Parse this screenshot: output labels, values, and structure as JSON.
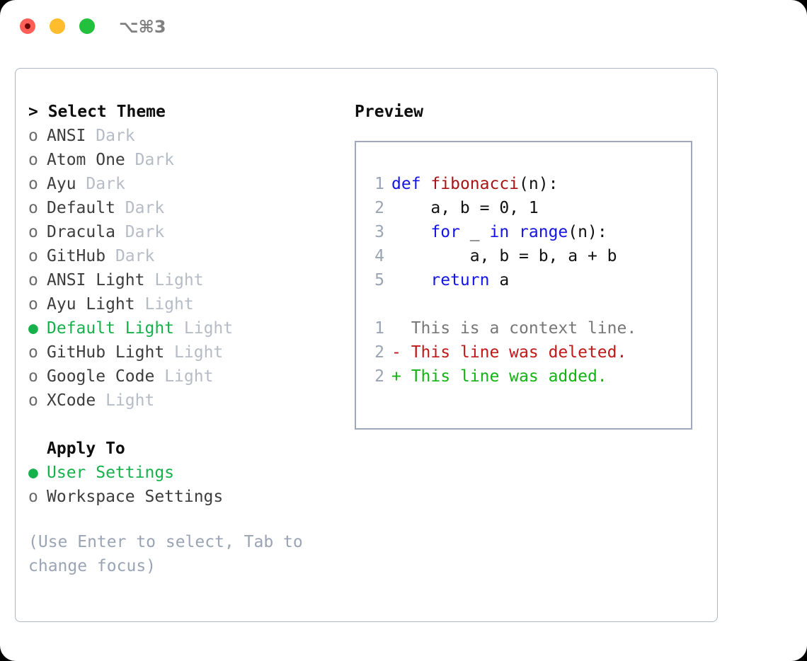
{
  "titlebar": {
    "shortcut": "⌥⌘3",
    "buttons": [
      {
        "name": "close",
        "color": "#ff5f57"
      },
      {
        "name": "minimize",
        "color": "#ffbd2e"
      },
      {
        "name": "maximize",
        "color": "#22c03c"
      }
    ]
  },
  "theme_panel": {
    "heading": "> Select Theme",
    "items": [
      {
        "marker": "o",
        "label": "ANSI",
        "tag": "Dark",
        "selected": false
      },
      {
        "marker": "o",
        "label": "Atom One",
        "tag": "Dark",
        "selected": false
      },
      {
        "marker": "o",
        "label": "Ayu",
        "tag": "Dark",
        "selected": false
      },
      {
        "marker": "o",
        "label": "Default",
        "tag": "Dark",
        "selected": false
      },
      {
        "marker": "o",
        "label": "Dracula",
        "tag": "Dark",
        "selected": false
      },
      {
        "marker": "o",
        "label": "GitHub",
        "tag": "Dark",
        "selected": false
      },
      {
        "marker": "o",
        "label": "ANSI Light",
        "tag": "Light",
        "selected": false
      },
      {
        "marker": "o",
        "label": "Ayu Light",
        "tag": "Light",
        "selected": false
      },
      {
        "marker": "●",
        "label": "Default Light",
        "tag": "Light",
        "selected": true
      },
      {
        "marker": "o",
        "label": "GitHub Light",
        "tag": "Light",
        "selected": false
      },
      {
        "marker": "o",
        "label": "Google Code",
        "tag": "Light",
        "selected": false
      },
      {
        "marker": "o",
        "label": "XCode",
        "tag": "Light",
        "selected": false
      }
    ],
    "apply_to": {
      "heading": "Apply To",
      "options": [
        {
          "marker": "●",
          "label": "User Settings",
          "selected": true
        },
        {
          "marker": "o",
          "label": "Workspace Settings",
          "selected": false
        }
      ]
    },
    "help_text": "(Use Enter to select, Tab to change focus)"
  },
  "preview": {
    "title": "Preview",
    "code_lines": [
      {
        "num": "1",
        "tokens": [
          {
            "text": "def",
            "style": "kw"
          },
          {
            "text": " ",
            "style": "pl"
          },
          {
            "text": "fibonacci",
            "style": "fn"
          },
          {
            "text": "(n):",
            "style": "pl"
          }
        ]
      },
      {
        "num": "2",
        "tokens": [
          {
            "text": "    a, b = 0, 1",
            "style": "pl"
          }
        ]
      },
      {
        "num": "3",
        "tokens": [
          {
            "text": "    ",
            "style": "pl"
          },
          {
            "text": "for",
            "style": "kw"
          },
          {
            "text": " _ ",
            "style": "pl"
          },
          {
            "text": "in",
            "style": "kw"
          },
          {
            "text": " ",
            "style": "pl"
          },
          {
            "text": "range",
            "style": "kw"
          },
          {
            "text": "(n):",
            "style": "pl"
          }
        ]
      },
      {
        "num": "4",
        "tokens": [
          {
            "text": "        a, b = b, a + b",
            "style": "pl"
          }
        ]
      },
      {
        "num": "5",
        "tokens": [
          {
            "text": "    ",
            "style": "pl"
          },
          {
            "text": "return",
            "style": "kw"
          },
          {
            "text": " a",
            "style": "pl"
          }
        ]
      }
    ],
    "diff_lines": [
      {
        "num": "1",
        "prefix": "  ",
        "text": "This is a context line.",
        "style": "ctx"
      },
      {
        "num": "2",
        "prefix": "- ",
        "text": "This line was deleted.",
        "style": "del"
      },
      {
        "num": "2",
        "prefix": "+ ",
        "text": "This line was added.",
        "style": "add"
      }
    ]
  },
  "colors": {
    "selection_green": "#16b14b",
    "tag_gray": "#b6bcc6",
    "help_gray": "#9aa4b4",
    "panel_border": "#aeb6c6",
    "preview_border": "#9fa8bc",
    "keyword_blue": "#1414e6",
    "function_red": "#a81414",
    "diff_delete_red": "#c01818",
    "diff_add_green": "#12b312"
  }
}
